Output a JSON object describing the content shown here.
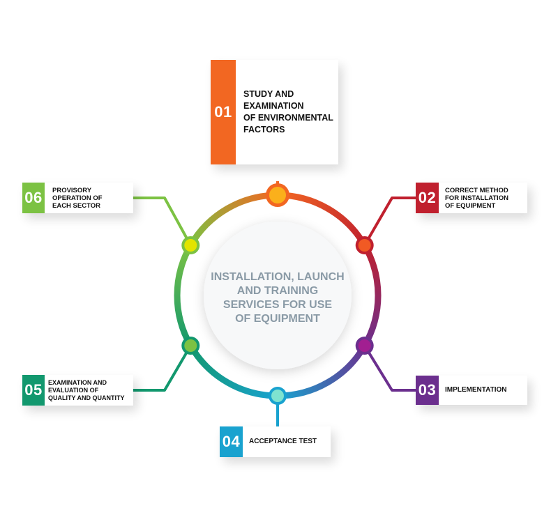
{
  "center_label": "INSTALLATION, LAUNCH\nAND TRAINING\nSERVICES FOR USE\nOF EQUIPMENT",
  "steps": [
    {
      "num": "01",
      "label": "STUDY AND\nEXAMINATION\nOF ENVIRONMENTAL\nFACTORS",
      "color": "#f26722"
    },
    {
      "num": "02",
      "label": "CORRECT METHOD\nFOR INSTALLATION\nOF EQUIPMENT",
      "color": "#c0202e"
    },
    {
      "num": "03",
      "label": "IMPLEMENTATION",
      "color": "#6b2f8e"
    },
    {
      "num": "04",
      "label": "ACCEPTANCE TEST",
      "color": "#19a2cf"
    },
    {
      "num": "05",
      "label": "EXAMINATION AND\nEVALUATION OF\nQUALITY AND QUANTITY",
      "color": "#12986e"
    },
    {
      "num": "06",
      "label": "PROVISORY\nOPERATION OF\nEACH SECTOR",
      "color": "#7cc243"
    }
  ],
  "node_colors": {
    "n1": "#fbb01b",
    "n2": "#f15a24",
    "n3": "#a21f91",
    "n4": "#7fe3d0",
    "n5": "#7cc243",
    "n6": "#e2e400"
  }
}
